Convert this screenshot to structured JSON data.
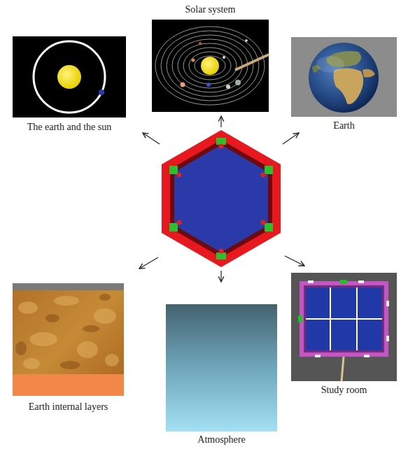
{
  "diagram": {
    "nodes": [
      {
        "text": [
          "Solar system"
        ]
      },
      {
        "text": [
          "The earth and the sun"
        ]
      },
      {
        "text": [
          "Earth"
        ]
      },
      {
        "text": [
          "Earth internal layers"
        ]
      },
      {
        "text": [
          "Atmosphere"
        ]
      },
      {
        "text": [
          "Study room"
        ]
      }
    ]
  }
}
